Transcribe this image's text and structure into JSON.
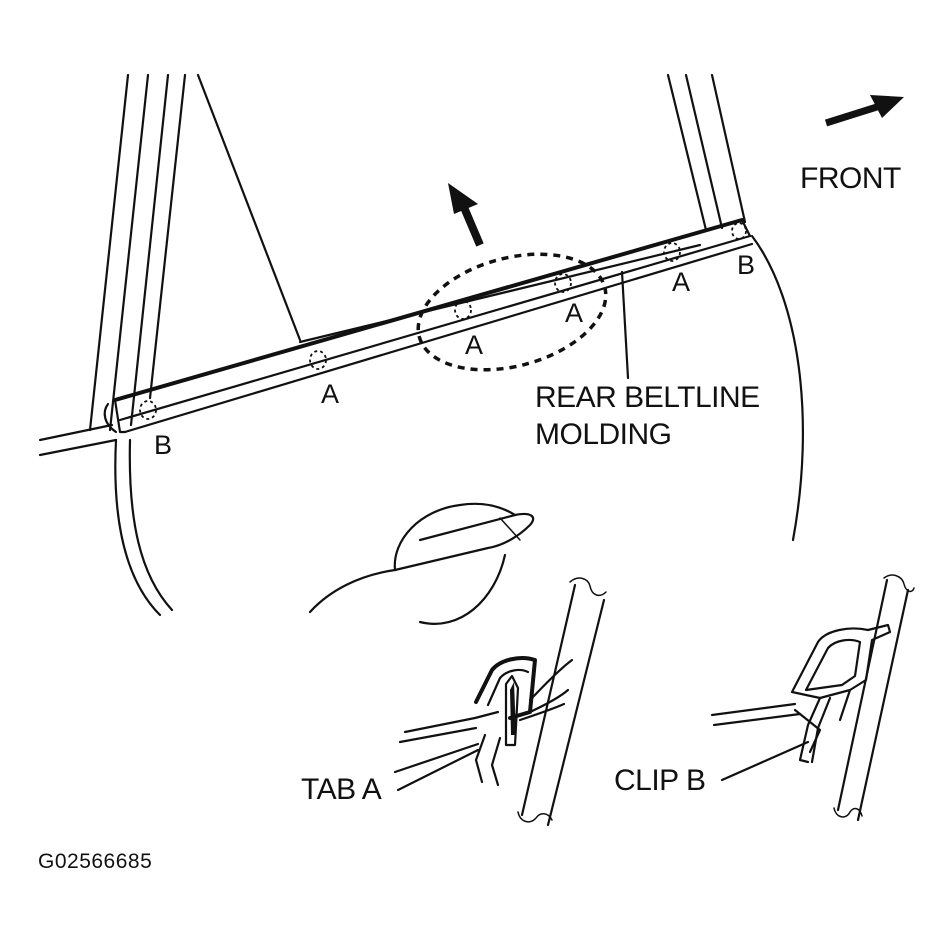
{
  "labels": {
    "front": "FRONT",
    "molding_line1": "REAR BELTLINE",
    "molding_line2": "MOLDING",
    "tab_a": "TAB A",
    "clip_b": "CLIP B",
    "a": "A",
    "b": "B",
    "figure_id": "G02566685"
  }
}
